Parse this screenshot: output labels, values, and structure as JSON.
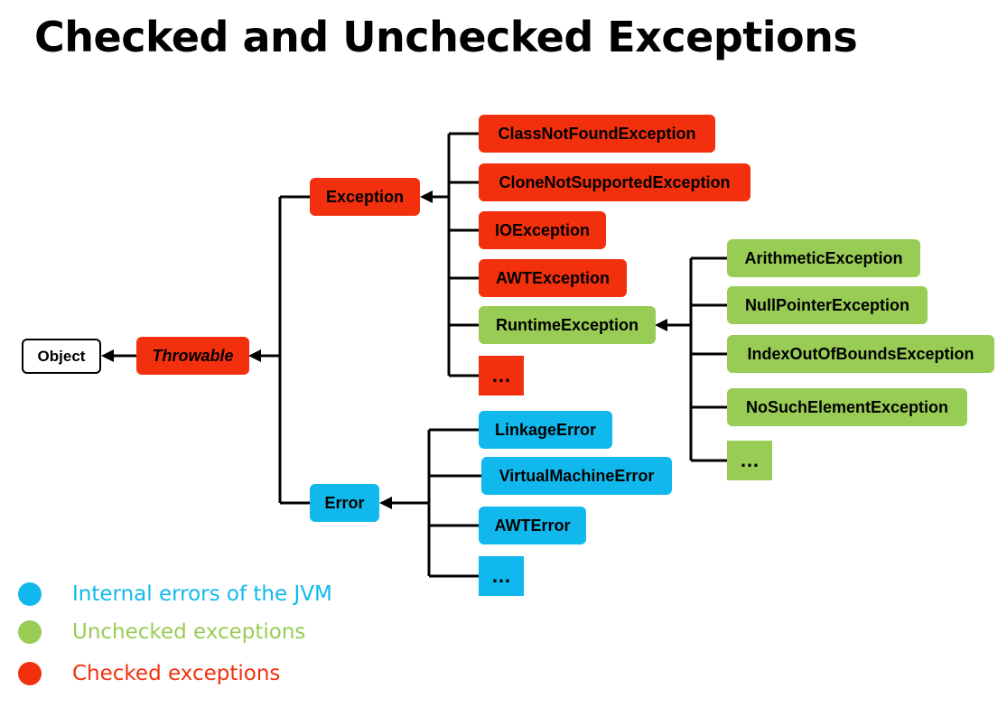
{
  "title": "Checked and Unchecked Exceptions",
  "colors": {
    "checked": "#f3300e",
    "unchecked": "#99cc55",
    "internal": "#10b8ee",
    "line": "#000000"
  },
  "nodes": {
    "object": "Object",
    "throwable": "Throwable",
    "exception": "Exception",
    "error": "Error",
    "class_not_found": "ClassNotFoundException",
    "clone_not_supported": "CloneNotSupportedException",
    "io_exception": "IOException",
    "awt_exception": "AWTException",
    "runtime_exception": "RuntimeException",
    "exception_more": "…",
    "arithmetic": "ArithmeticException",
    "null_pointer": "NullPointerException",
    "index_out_of_bounds": "IndexOutOfBoundsException",
    "no_such_element": "NoSuchElementException",
    "runtime_more": "…",
    "linkage_error": "LinkageError",
    "virtual_machine_error": "VirtualMachineError",
    "awt_error": "AWTError",
    "error_more": "…"
  },
  "legend": [
    {
      "label": "Internal errors of the JVM",
      "color": "#10b8ee"
    },
    {
      "label": "Unchecked exceptions",
      "color": "#99cc55"
    },
    {
      "label": "Checked exceptions",
      "color": "#f3300e"
    }
  ]
}
